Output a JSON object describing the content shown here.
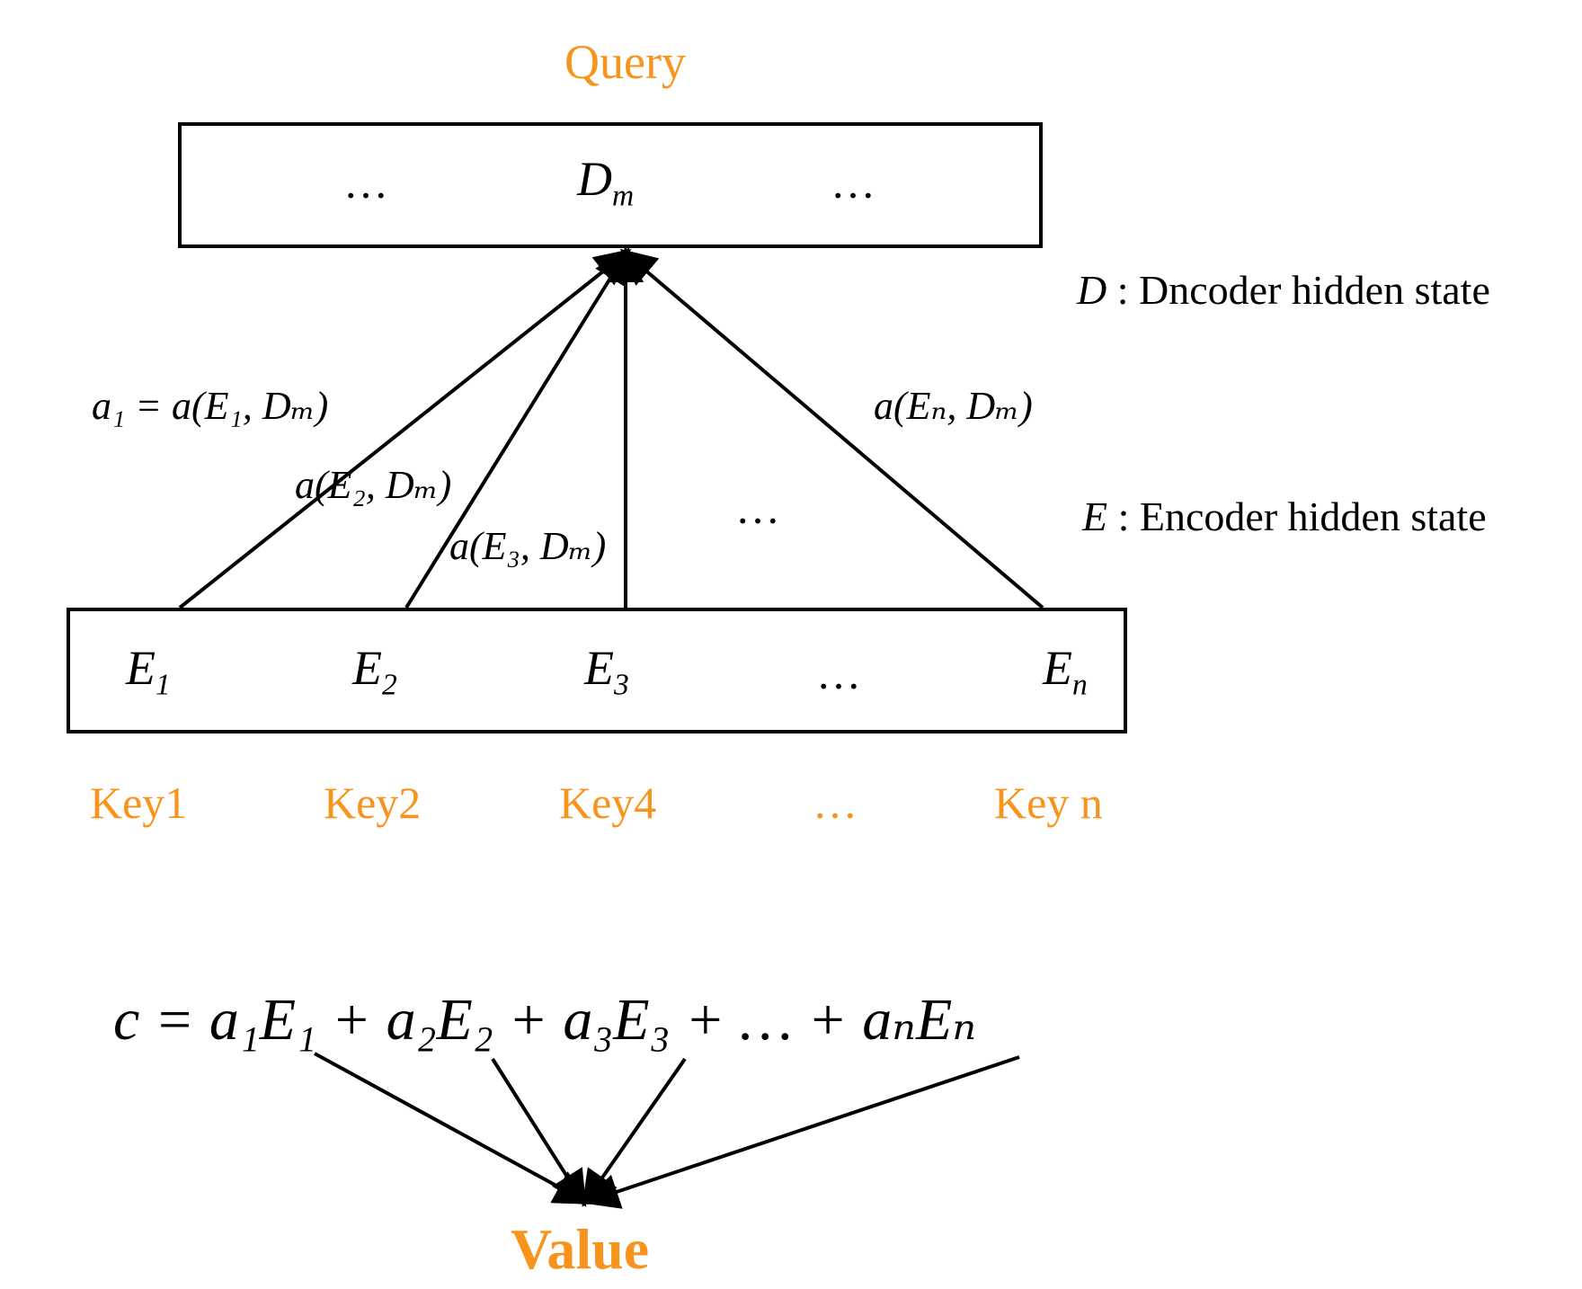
{
  "labels": {
    "query": "Query",
    "value": "Value",
    "keys": [
      "Key1",
      "Key2",
      "Key4",
      "…",
      "Key n"
    ]
  },
  "decoder_box": {
    "left_dots": "…",
    "right_dots": "…",
    "cell_symbol": "D",
    "cell_sub": "m"
  },
  "encoder_box": {
    "cells": [
      {
        "symbol": "E",
        "sub": "1"
      },
      {
        "symbol": "E",
        "sub": "2"
      },
      {
        "symbol": "E",
        "sub": "3"
      },
      {
        "symbol": "…",
        "sub": ""
      },
      {
        "symbol": "E",
        "sub": "n"
      }
    ]
  },
  "legend": {
    "d_symbol": "D",
    "d_text": " : Dncoder hidden state",
    "e_symbol": "E",
    "e_text": " : Encoder hidden state"
  },
  "edge_labels": {
    "a1": "a₁ = a(E₁, Dₘ)",
    "a2": "a(E₂, Dₘ)",
    "a3": "a(E₃, Dₘ)",
    "an": "a(Eₙ, Dₘ)",
    "middle_dots": "…"
  },
  "formula": "c = a₁E₁ + a₂E₂ + a₃E₃ + … + aₙEₙ",
  "colors": {
    "accent": "#f7941d",
    "line": "#000000"
  }
}
